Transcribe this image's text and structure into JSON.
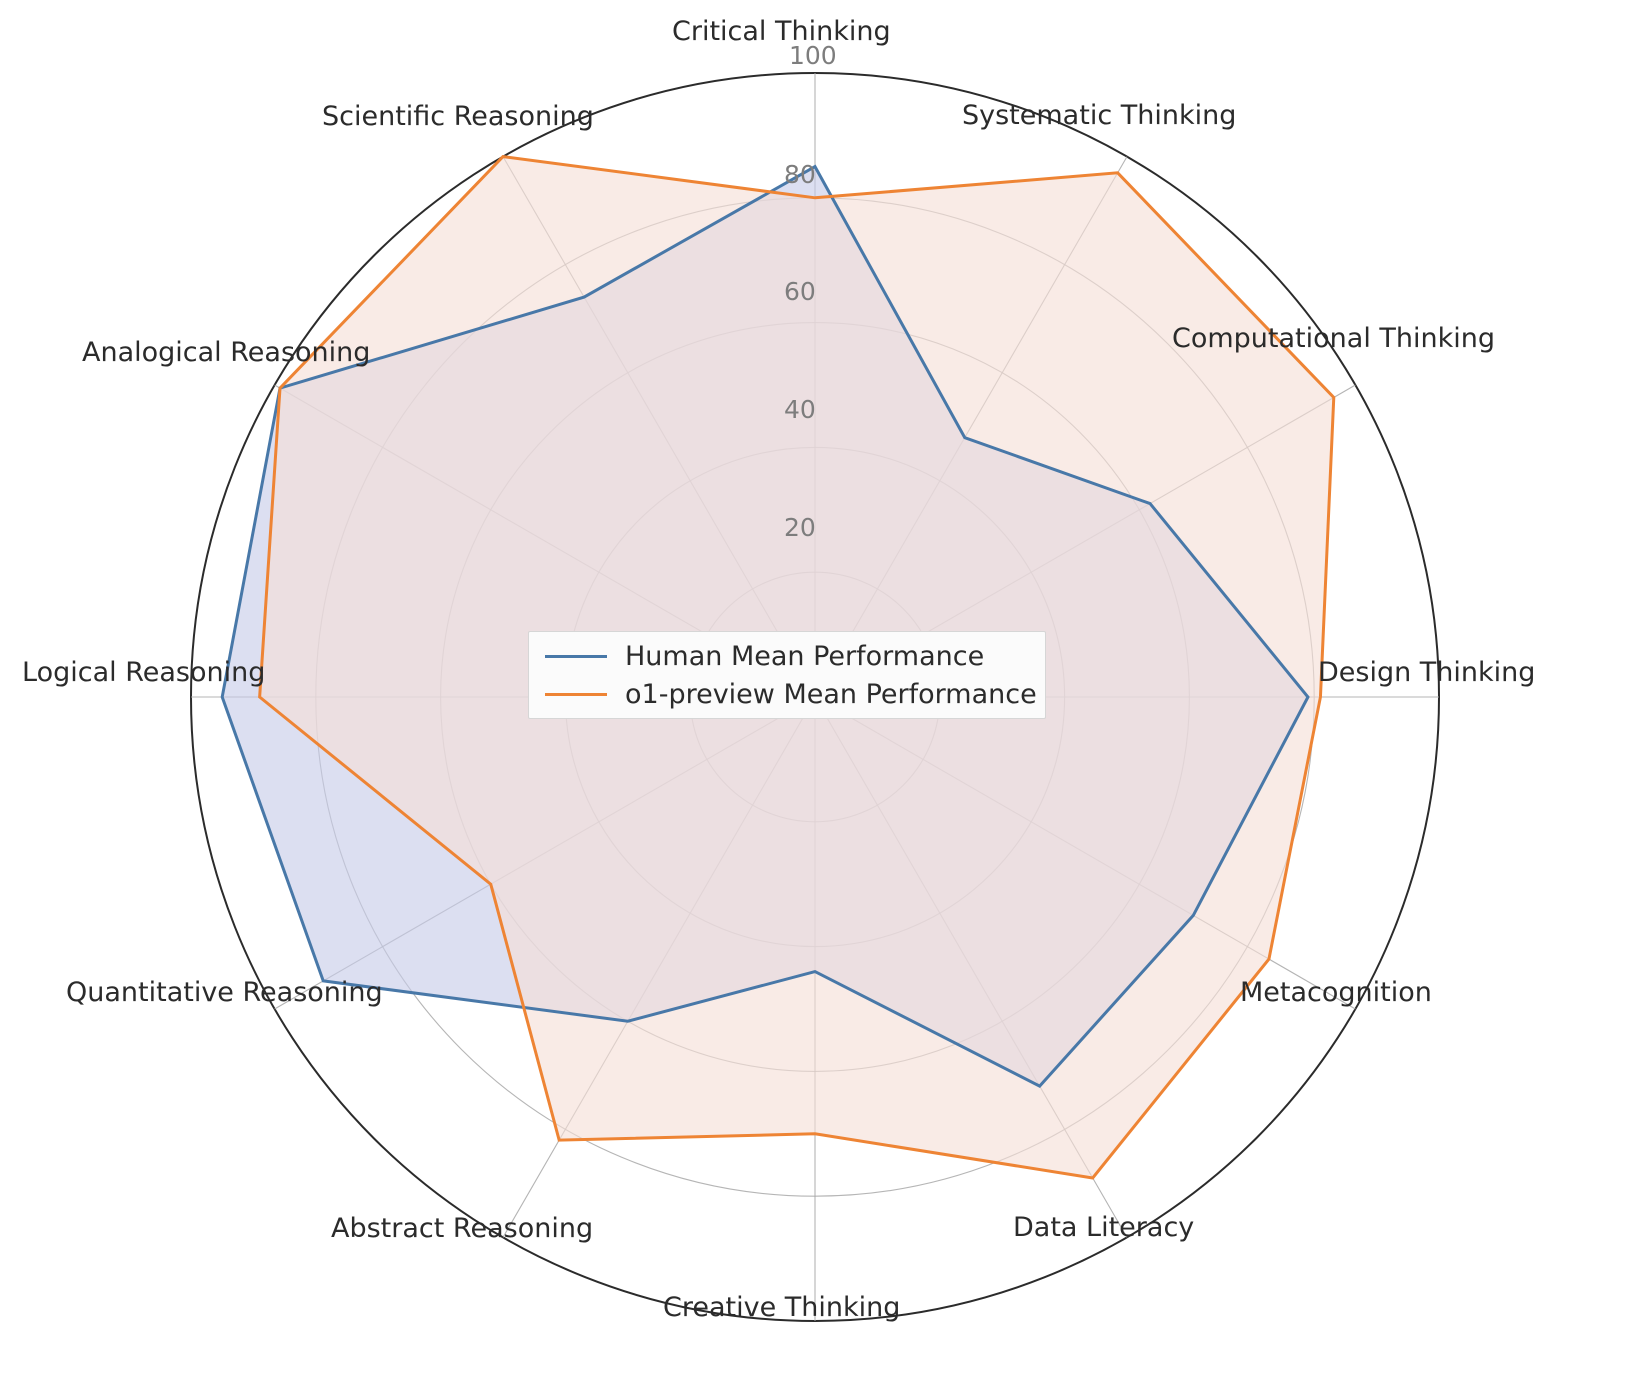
{
  "chart_data": {
    "type": "radar",
    "title": "",
    "subtitle": "",
    "xlabel": "",
    "ylabel": "",
    "grid": true,
    "rlim": [
      0,
      100
    ],
    "r_ticks": [
      20,
      40,
      60,
      80,
      100
    ],
    "r_tick_labels": [
      "20",
      "40",
      "60",
      "80",
      "100"
    ],
    "legend_position": "center",
    "categories": [
      "Critical Thinking",
      "Systematic Thinking",
      "Computational Thinking",
      "Design Thinking",
      "Metacognition",
      "Data Literacy",
      "Creative Thinking",
      "Abstract Reasoning",
      "Quantitative Reasoning",
      "Logical Reasoning",
      "Analogical Reasoning",
      "Scientific Reasoning"
    ],
    "series": [
      {
        "name": "Human Mean Performance",
        "color": "#4878a8",
        "fill": "#c6cbe8",
        "values": [
          85,
          48,
          62,
          79,
          70,
          72,
          44,
          60,
          91,
          95,
          99,
          74
        ]
      },
      {
        "name": "o1-preview Mean Performance",
        "color": "#ee8434",
        "fill": "#f6ded7",
        "values": [
          80,
          97,
          96,
          81,
          84,
          89,
          70,
          82,
          60,
          89,
          99,
          100
        ]
      }
    ]
  },
  "legend": {
    "items": [
      {
        "label": "Human Mean Performance",
        "color": "#4878a8"
      },
      {
        "label": "o1-preview Mean Performance",
        "color": "#ee8434"
      }
    ]
  },
  "colors": {
    "human_line": "#4878a8",
    "o1_line": "#ee8434",
    "human_fill": "#c6cbe8",
    "o1_fill": "#f6ded7",
    "grid": "#a8a8a8",
    "outer_spine": "#2b2b2b",
    "tick_text": "#7d7d7d",
    "label_text": "#2b2b2b",
    "background": "#ffffff"
  }
}
